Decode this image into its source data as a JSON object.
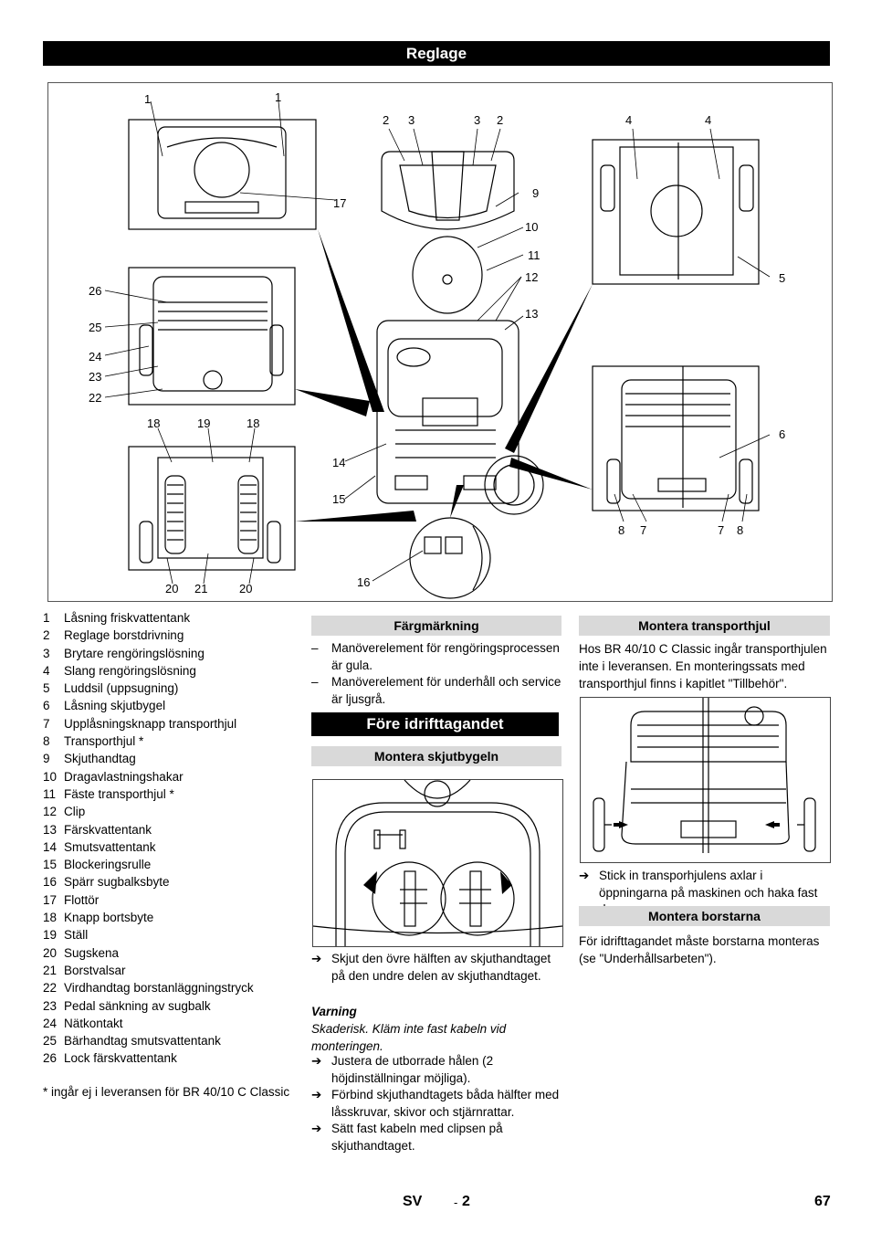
{
  "header": {
    "title": "Reglage"
  },
  "main_figure": {
    "callouts": [
      "1",
      "1",
      "2",
      "3",
      "3",
      "2",
      "4",
      "4",
      "17",
      "9",
      "10",
      "11",
      "12",
      "5",
      "26",
      "25",
      "24",
      "23",
      "22",
      "13",
      "18",
      "19",
      "18",
      "6",
      "14",
      "15",
      "8",
      "7",
      "7",
      "8",
      "20",
      "21",
      "20",
      "16"
    ]
  },
  "legend": {
    "items": [
      {
        "n": "1",
        "t": "Låsning friskvattentank"
      },
      {
        "n": "2",
        "t": "Reglage borstdrivning"
      },
      {
        "n": "3",
        "t": "Brytare rengöringslösning"
      },
      {
        "n": "4",
        "t": "Slang rengöringslösning"
      },
      {
        "n": "5",
        "t": "Luddsil (uppsugning)"
      },
      {
        "n": "6",
        "t": "Låsning skjutbygel"
      },
      {
        "n": "7",
        "t": "Upplåsningsknapp transporthjul"
      },
      {
        "n": "8",
        "t": "Transporthjul *"
      },
      {
        "n": "9",
        "t": "Skjuthandtag"
      },
      {
        "n": "10",
        "t": "Dragavlastningshakar"
      },
      {
        "n": "11",
        "t": "Fäste transporthjul *"
      },
      {
        "n": "12",
        "t": "Clip"
      },
      {
        "n": "13",
        "t": "Färskvattentank"
      },
      {
        "n": "14",
        "t": "Smutsvattentank"
      },
      {
        "n": "15",
        "t": "Blockeringsrulle"
      },
      {
        "n": "16",
        "t": "Spärr sugbalksbyte"
      },
      {
        "n": "17",
        "t": "Flottör"
      },
      {
        "n": "18",
        "t": "Knapp bortsbyte"
      },
      {
        "n": "19",
        "t": "Ställ"
      },
      {
        "n": "20",
        "t": "Sugskena"
      },
      {
        "n": "21",
        "t": "Borstvalsar"
      },
      {
        "n": "22",
        "t": "Virdhandtag borstanläggningstryck"
      },
      {
        "n": "23",
        "t": "Pedal sänkning av sugbalk"
      },
      {
        "n": "24",
        "t": "Nätkontakt"
      },
      {
        "n": "25",
        "t": "Bärhandtag smutsvattentank"
      },
      {
        "n": "26",
        "t": "Lock färskvattentank"
      }
    ],
    "footnote": "* ingår ej i leveransen för BR 40/10 C Classic"
  },
  "col2": {
    "fargmarkning_title": "Färgmärkning",
    "dash": "–",
    "dash1": "Manöverelement för rengöringsprocessen är gula.",
    "dash2": "Manöverelement för underhåll och service är ljusgrå.",
    "section_title": "Före idrifttagandet",
    "skjutbygeln_title": "Montera skjutbygeln",
    "arrow": "➔",
    "step1": "Skjut den övre hälften av skjuthandtaget på den undre delen av skjuthandtaget.",
    "warning_label": "Varning",
    "warning_text": "Skaderisk. Kläm inte fast kabeln vid monteringen.",
    "step2": "Justera de utborrade hålen (2 höjdinställningar möjliga).",
    "step3": "Förbind skjuthandtagets båda hälfter med låsskruvar, skivor och stjärnrattar.",
    "step4": "Sätt fast kabeln med clipsen på skjuthandtaget."
  },
  "col3": {
    "transporthjul_title": "Montera transporthjul",
    "transporthjul_text": "Hos BR 40/10 C Classic ingår transporthjulen inte i leveransen. En monteringssats med transporthjul finns i kapitlet \"Tillbehör\".",
    "arrow": "➔",
    "step1": "Stick in transporhjulens axlar i öppningarna på maskinen och haka fast dem.",
    "borstarna_title": "Montera borstarna",
    "borstarna_text": "För idrifttagandet måste borstarna monteras (se \"Underhållsarbeten\")."
  },
  "footer": {
    "lang": "SV",
    "dash": "-",
    "sub": "2",
    "page": "67"
  }
}
